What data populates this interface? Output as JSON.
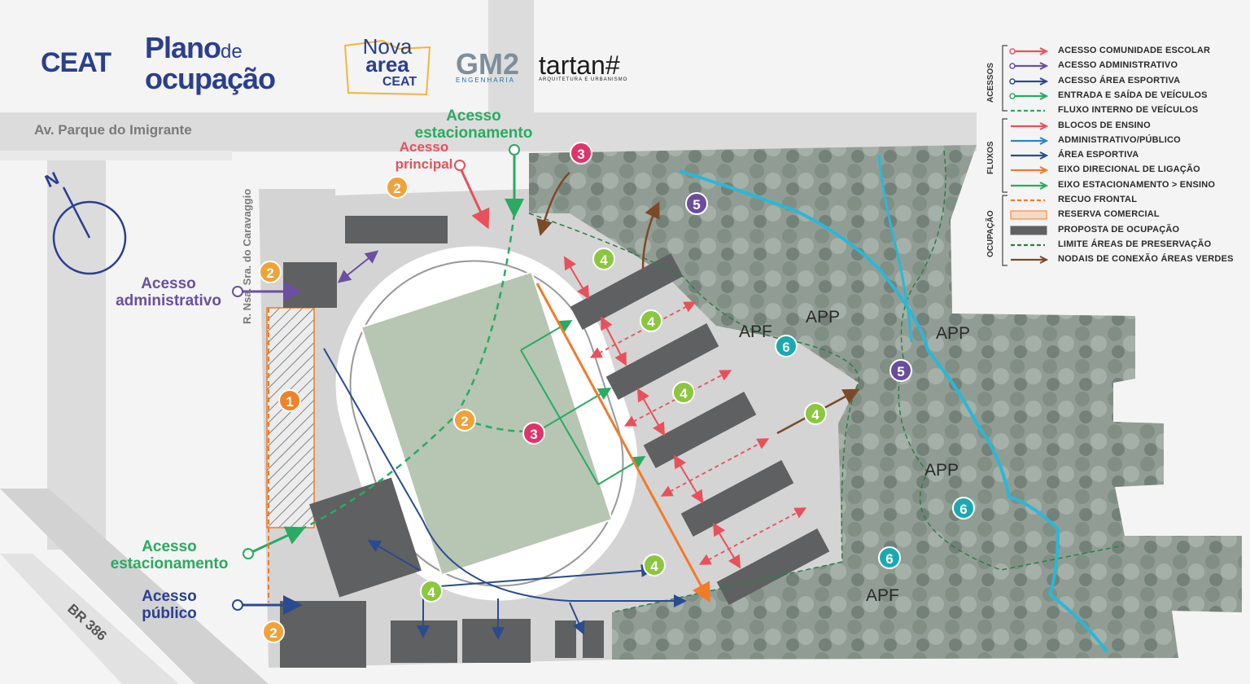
{
  "header": {
    "logo_ceat": "CEAT",
    "logo_plano_line1": "Plano",
    "logo_plano_de": "de",
    "logo_plano_line2": "ocupação",
    "logo_nova_1": "Nova",
    "logo_nova_2": "area",
    "logo_nova_3": "CEAT",
    "logo_gm2": "GM2",
    "logo_gm2_sub": "ENGENHARIA",
    "logo_tartan": "tartan#",
    "logo_tartan_sub": "ARQUITETURA E URBANISMO"
  },
  "streets": {
    "avenue": "Av. Parque do Imigrante",
    "side_street": "R. Nsa. Sra. do Caravaggio",
    "highway": "BR 386"
  },
  "access_labels": {
    "estacionamento_top": "Acesso estacionamento",
    "principal": "Acesso principal",
    "administrativo": "Acesso administrativo",
    "estacionamento_bottom": "Acesso estacionamento",
    "publico": "Acesso público"
  },
  "compass": {
    "north": "N"
  },
  "zones": [
    "APF",
    "APP",
    "APP",
    "APP",
    "APF"
  ],
  "markers": [
    {
      "n": "1",
      "color": "#f0832a"
    },
    {
      "n": "2",
      "color": "#f0a23a"
    },
    {
      "n": "3",
      "color": "#e0336b"
    },
    {
      "n": "4",
      "color": "#8cc63f"
    },
    {
      "n": "5",
      "color": "#6a4c9c"
    },
    {
      "n": "6",
      "color": "#1ba9b0"
    }
  ],
  "legend": {
    "groups": {
      "acessos": "ACESSOS",
      "fluxos": "FLUXOS",
      "ocupacao": "OCUPAÇÃO"
    },
    "items": [
      {
        "label": "ACESSO COMUNIDADE ESCOLAR",
        "color": "#e8505b",
        "kind": "access-arrow"
      },
      {
        "label": "ACESSO ADMINISTRATIVO",
        "color": "#6b4fa0",
        "kind": "access-arrow"
      },
      {
        "label": "ACESSO ÁREA ESPORTIVA",
        "color": "#2b4b8f",
        "kind": "access-arrow"
      },
      {
        "label": "ENTRADA E SAÍDA DE VEÍCULOS",
        "color": "#2aaa62",
        "kind": "access-arrow"
      },
      {
        "label": "FLUXO INTERNO DE VEÍCULOS",
        "color": "#2aaa62",
        "kind": "dashed"
      },
      {
        "label": "BLOCOS DE ENSINO",
        "color": "#e8505b",
        "kind": "arrow"
      },
      {
        "label": "ADMINISTRATIVO/PÚBLICO",
        "color": "#2d86c9",
        "kind": "arrow"
      },
      {
        "label": "ÁREA ESPORTIVA",
        "color": "#2b4b8f",
        "kind": "arrow"
      },
      {
        "label": "EIXO DIRECIONAL DE LIGAÇÃO",
        "color": "#f07b2b",
        "kind": "arrow"
      },
      {
        "label": "EIXO ESTACIONAMENTO > ENSINO",
        "color": "#2aaa62",
        "kind": "arrow"
      },
      {
        "label": "RECUO FRONTAL",
        "color": "#f07b2b",
        "kind": "dashed"
      },
      {
        "label": "RESERVA COMERCIAL",
        "color": "#f07b2b",
        "kind": "hatch"
      },
      {
        "label": "PROPOSTA DE OCUPAÇÃO",
        "color": "#5f6061",
        "kind": "box"
      },
      {
        "label": "LIMITE ÁREAS DE PRESERVAÇÃO",
        "color": "#2e7d46",
        "kind": "dashed"
      },
      {
        "label": "NODAIS DE CONEXÃO ÁREAS VERDES",
        "color": "#7a4a2a",
        "kind": "arrow"
      }
    ]
  },
  "colors": {
    "brand_blue": "#2b3f8f",
    "access_green": "#2aaa62",
    "access_pink": "#e8505b",
    "access_purple": "#6b4fa0",
    "building": "#5f6061",
    "forest": "#8f9a93",
    "river": "#29b8d8"
  }
}
